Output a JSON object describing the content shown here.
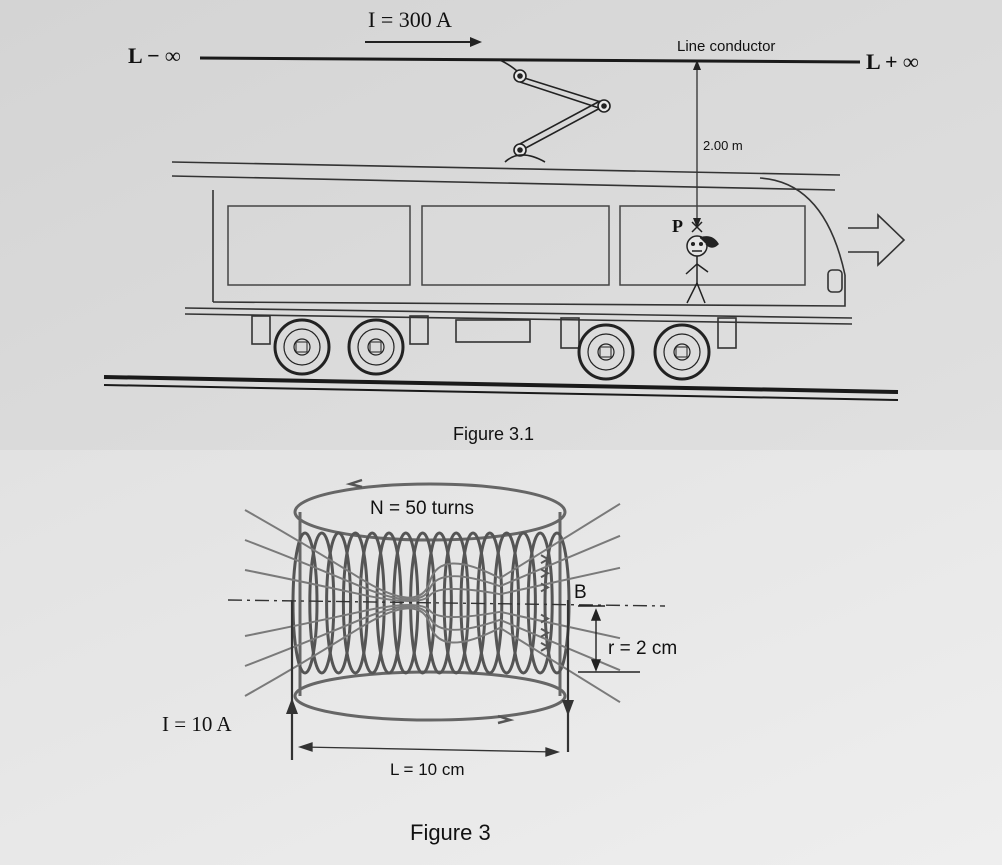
{
  "figure1": {
    "current_label": "I = 300 A",
    "left_end": "L − ∞",
    "right_end": "L + ∞",
    "conductor_label": "Line conductor",
    "distance_label": "2.00 m",
    "point_label": "P",
    "caption": "Figure 3.1"
  },
  "figure2": {
    "turns_label": "N = 50 turns",
    "field_label": "B",
    "radius_label": "r = 2 cm",
    "current_label": "I = 10 A",
    "length_label": "L = 10 cm",
    "caption": "Figure 3"
  }
}
